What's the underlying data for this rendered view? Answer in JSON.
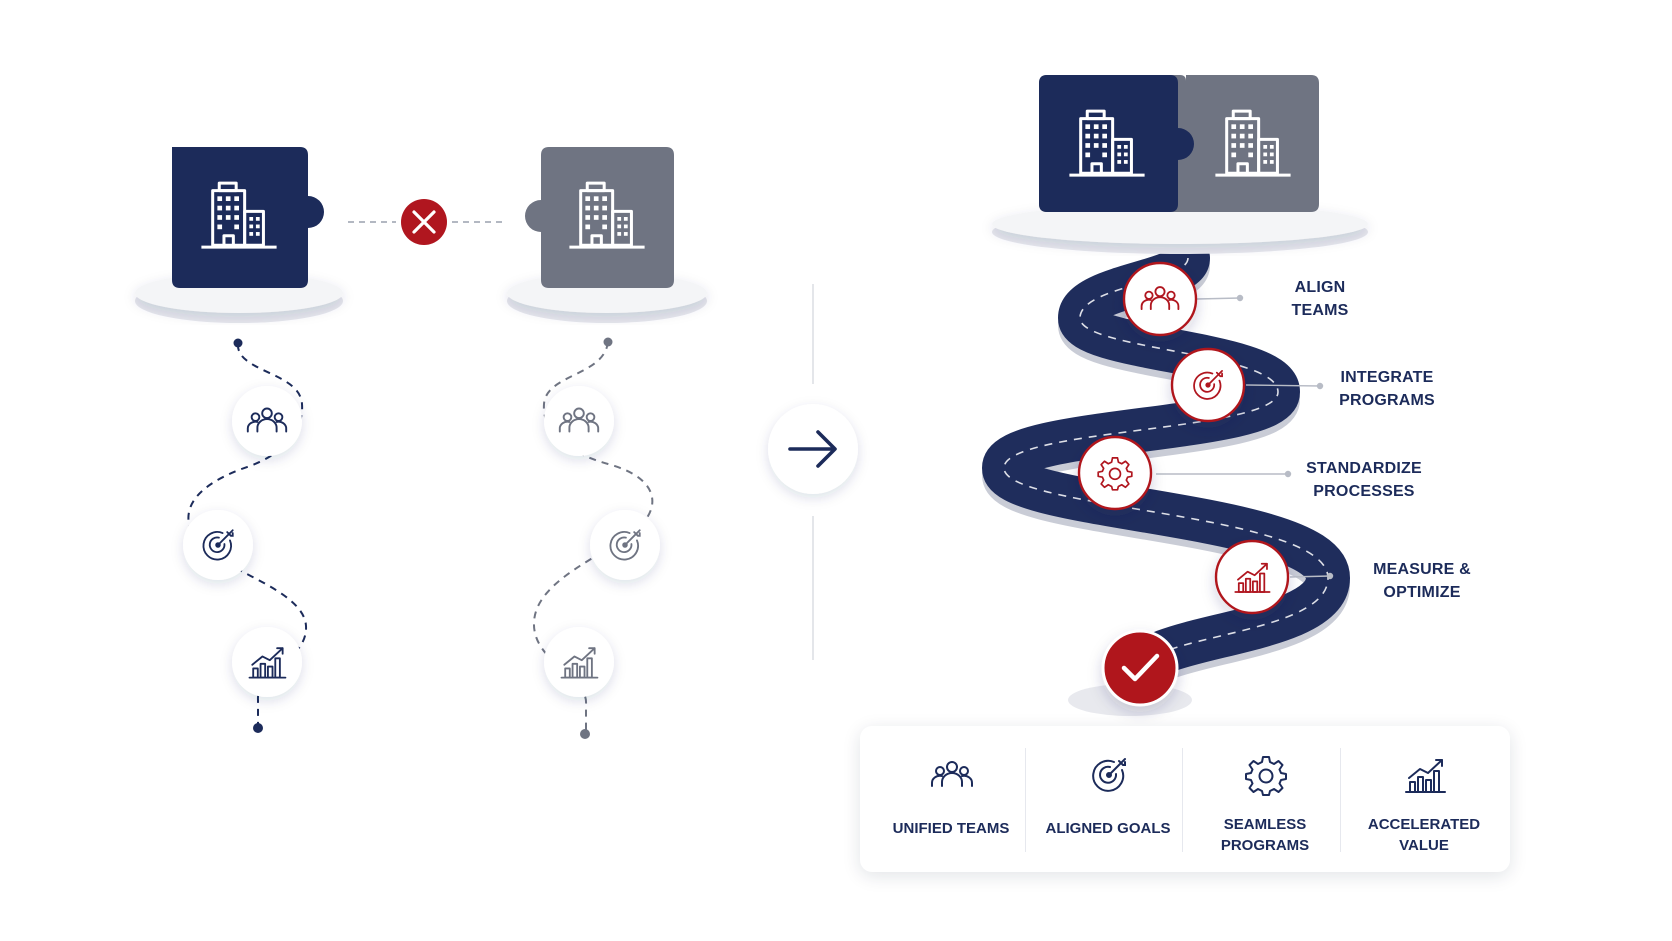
{
  "colors": {
    "navy": "#1c2b5a",
    "gray_block": "#6f7482",
    "red": "#b0161f",
    "road": "#1f2d5c",
    "platform": "#f1f2f5"
  },
  "before": {
    "left_block_icon": "building-icon",
    "right_block_icon": "building-icon",
    "disconnect_icon": "x-icon",
    "left_path_icons": [
      "team-icon",
      "target-icon",
      "growth-chart-icon"
    ],
    "right_path_icons": [
      "team-icon",
      "target-icon",
      "growth-chart-icon"
    ]
  },
  "transition_icon": "arrow-right-icon",
  "after": {
    "steps": [
      {
        "icon": "team-icon",
        "lines": [
          "ALIGN",
          "TEAMS"
        ]
      },
      {
        "icon": "target-icon",
        "lines": [
          "INTEGRATE",
          "PROGRAMS"
        ]
      },
      {
        "icon": "gear-icon",
        "lines": [
          "STANDARDIZE",
          "PROCESSES"
        ]
      },
      {
        "icon": "growth-chart-icon",
        "lines": [
          "MEASURE &",
          "OPTIMIZE"
        ]
      }
    ],
    "finish_icon": "checkmark-icon"
  },
  "outcomes": [
    {
      "icon": "team-icon",
      "lines": [
        "UNIFIED TEAMS"
      ]
    },
    {
      "icon": "target-icon",
      "lines": [
        "ALIGNED GOALS"
      ]
    },
    {
      "icon": "gear-icon",
      "lines": [
        "SEAMLESS",
        "PROGRAMS"
      ]
    },
    {
      "icon": "growth-chart-icon",
      "lines": [
        "ACCELERATED",
        "VALUE"
      ]
    }
  ]
}
